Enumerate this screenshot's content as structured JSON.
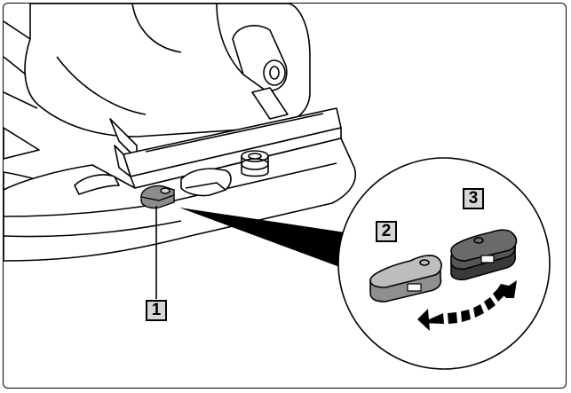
{
  "callouts": {
    "c1": "1",
    "c2": "2",
    "c3": "3"
  },
  "colors": {
    "line": "#000000",
    "fill": "#ffffff",
    "latch_grey": "#8c8c8c",
    "knob_light": "#bdbdbd",
    "knob_dark": "#555555",
    "label_bg": "#d6d6d6"
  }
}
